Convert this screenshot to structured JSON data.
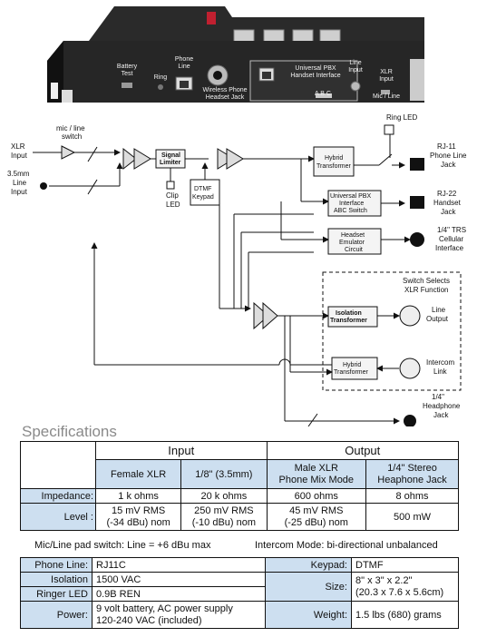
{
  "device": {
    "battery_test": "Battery\nTest",
    "ring": "Ring",
    "phone_line": "Phone\nLine",
    "wireless_jack": "Wireless Phone\nHeadset Jack",
    "pbx_interface": "Universal PBX\nHandset Interface",
    "abc": "A  B  C",
    "line_input": "Line\nInput",
    "xlr_input": "XLR\nInput",
    "mic_line": "Mic / Line"
  },
  "diagram": {
    "xlr_input": "XLR\nInput",
    "mic_line_switch": "mic / line\nswitch",
    "line_input": "3.5mm\nLine\nInput",
    "signal_limiter": "Signal\nLimiter",
    "clip_led": "Clip\nLED",
    "dtmf_keypad": "DTMF\nKeypad",
    "ring_led": "Ring LED",
    "hybrid_transformer_1": "Hybrid\nTransformer",
    "rj11": "RJ-11\nPhone Line\nJack",
    "pbx_switch": "Universal PBX\nInterface\nABC Switch",
    "rj22": "RJ-22\nHandset\nJack",
    "headset_emulator": "Headset\nEmulator\nCircuit",
    "trs_cellular": "1/4\" TRS\nCellular\nInterface",
    "switch_selects": "Switch Selects\nXLR Function",
    "isolation_transformer": "Isolation\nTransformer",
    "line_output": "Line\nOutput",
    "hybrid_transformer_2": "Hybrid\nTransformer",
    "intercom_link": "Intercom\nLink",
    "headphone_jack": "1/4\"\nHeadphone\nJack"
  },
  "specifications": {
    "title": "Specifications",
    "input_header": "Input",
    "output_header": "Output",
    "columns": [
      "Female XLR",
      "1/8\" (3.5mm)",
      "Male XLR\nPhone Mix Mode",
      "1/4\" Stereo\nHeaphone Jack"
    ],
    "rows": [
      {
        "label": "Impedance:",
        "values": [
          "1 k ohms",
          "20 k ohms",
          "600 ohms",
          "8 ohms"
        ]
      },
      {
        "label": "Level :",
        "values": [
          "15 mV RMS\n(-34 dBu) nom",
          "250 mV RMS\n(-10 dBu) nom",
          "45 mV RMS\n(-25 dBu) nom",
          "500 mW"
        ]
      }
    ],
    "pad_note": "Mic/Line pad switch: Line = +6 dBu max",
    "intercom_note": "Intercom Mode: bi-directional unbalanced",
    "phone_line_label": "Phone Line:",
    "phone_line_value": "RJ11C",
    "isolation_label": "Isolation",
    "isolation_value": "1500 VAC",
    "ringer_label": "Ringer LED",
    "ringer_value": "0.9B REN",
    "power_label": "Power:",
    "power_value": "9 volt battery, AC power supply\n120-240 VAC (included)",
    "keypad_label": "Keypad:",
    "keypad_value": "DTMF",
    "size_label": "Size:",
    "size_value": "8\" x 3\" x 2.2\"\n(20.3 x 7.6 x 5.6cm)",
    "weight_label": "Weight:",
    "weight_value": "1.5 lbs (680) grams"
  },
  "colors": {
    "table_blue": "#cddff0",
    "device_body": "#1c1c1c",
    "diagram_box": "#f4f4f4"
  }
}
